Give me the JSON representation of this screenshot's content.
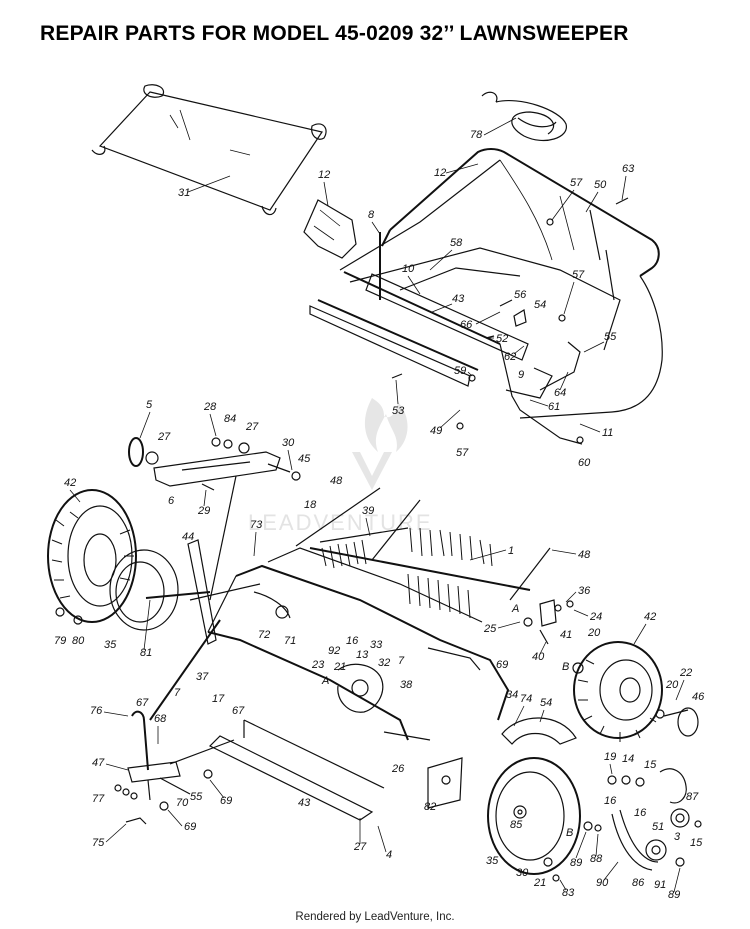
{
  "title": "REPAIR PARTS FOR MODEL 45-0209 32’’ LAWNSWEEPER",
  "footer": "Rendered by LeadVenture, Inc.",
  "watermark": "LEADVENTURE",
  "callouts": {
    "c31": "31",
    "c78": "78",
    "c12a": "12",
    "c12b": "12",
    "c63": "63",
    "c57a": "57",
    "c50": "50",
    "c8": "8",
    "c58": "58",
    "c10": "10",
    "c57b": "57",
    "c43a": "43",
    "c56": "56",
    "c54": "54",
    "c66": "66",
    "c55": "55",
    "c52": "52",
    "c62": "62",
    "c59": "59",
    "c9": "9",
    "c64": "64",
    "c53": "53",
    "c61": "61",
    "c49": "49",
    "c11": "11",
    "c57c": "57",
    "c60": "60",
    "c5": "5",
    "c28": "28",
    "c84": "84",
    "c27a": "27",
    "c27b": "27",
    "c30a": "30",
    "c45": "45",
    "c6": "6",
    "c29": "29",
    "c48a": "48",
    "c18": "18",
    "c42a": "42",
    "c39": "39",
    "c73": "73",
    "c44": "44",
    "c1": "1",
    "c48b": "48",
    "c36": "36",
    "cA1": "A",
    "c24": "24",
    "c25": "25",
    "c41": "41",
    "c79": "79",
    "c80": "80",
    "c35a": "35",
    "c81": "81",
    "c72": "72",
    "c71": "71",
    "c92": "92",
    "c16a": "16",
    "c33": "33",
    "c13": "13",
    "c21a": "21",
    "c32": "32",
    "c7a": "7",
    "c23": "23",
    "cA2": "A",
    "c38": "38",
    "c42b": "42",
    "c20a": "20",
    "c40": "40",
    "cB1": "B",
    "c69a": "69",
    "c22": "22",
    "c20b": "20",
    "c46": "46",
    "c37": "37",
    "c17": "17",
    "c7b": "7",
    "c34": "34",
    "c74": "74",
    "c54b": "54",
    "c67a": "67",
    "c76": "76",
    "c67b": "67",
    "c68": "68",
    "c26": "26",
    "c47": "47",
    "c77": "77",
    "c70": "70",
    "c55b": "55",
    "c69b": "69",
    "c69c": "69",
    "c43b": "43",
    "c82": "82",
    "c19": "19",
    "c14": "14",
    "c15a": "15",
    "c87": "87",
    "c16b": "16",
    "c16c": "16",
    "c51": "51",
    "c3": "3",
    "c15b": "15",
    "c85": "85",
    "cB2": "B",
    "c75": "75",
    "c27c": "27",
    "c4": "4",
    "c35b": "35",
    "c89a": "89",
    "c88": "88",
    "c90": "90",
    "c86": "86",
    "c91": "91",
    "c89b": "89",
    "c30b": "30",
    "c21b": "21",
    "c83": "83"
  }
}
